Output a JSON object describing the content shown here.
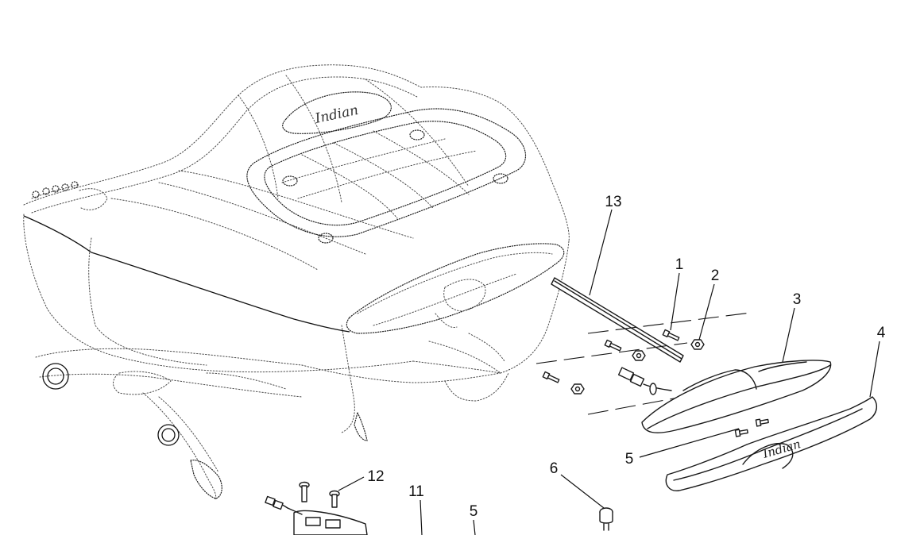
{
  "callouts": [
    {
      "id": "c13",
      "label": "13"
    },
    {
      "id": "c1",
      "label": "1"
    },
    {
      "id": "c2",
      "label": "2"
    },
    {
      "id": "c3",
      "label": "3"
    },
    {
      "id": "c4",
      "label": "4"
    },
    {
      "id": "c5a",
      "label": "5"
    },
    {
      "id": "c6",
      "label": "6"
    },
    {
      "id": "c12",
      "label": "12"
    },
    {
      "id": "c11",
      "label": "11"
    },
    {
      "id": "c5b",
      "label": "5"
    }
  ]
}
